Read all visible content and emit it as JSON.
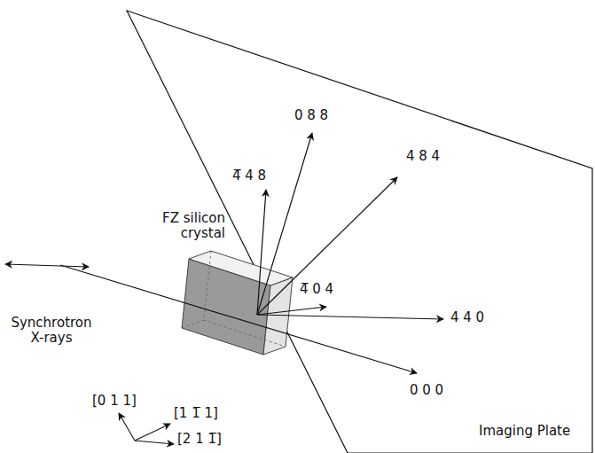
{
  "diagram": {
    "labels": [
      "0 8 8",
      "4̅ 4 8",
      "4 8 4",
      "FZ silicon crystal",
      "4̅ 0 4",
      "4 4 0",
      "Synchrotron X-rays",
      "0 0 0",
      "[0 1 1]",
      "[1 1̅ 1]",
      "[2 1 1̅]",
      "Imaging Plate"
    ]
  }
}
